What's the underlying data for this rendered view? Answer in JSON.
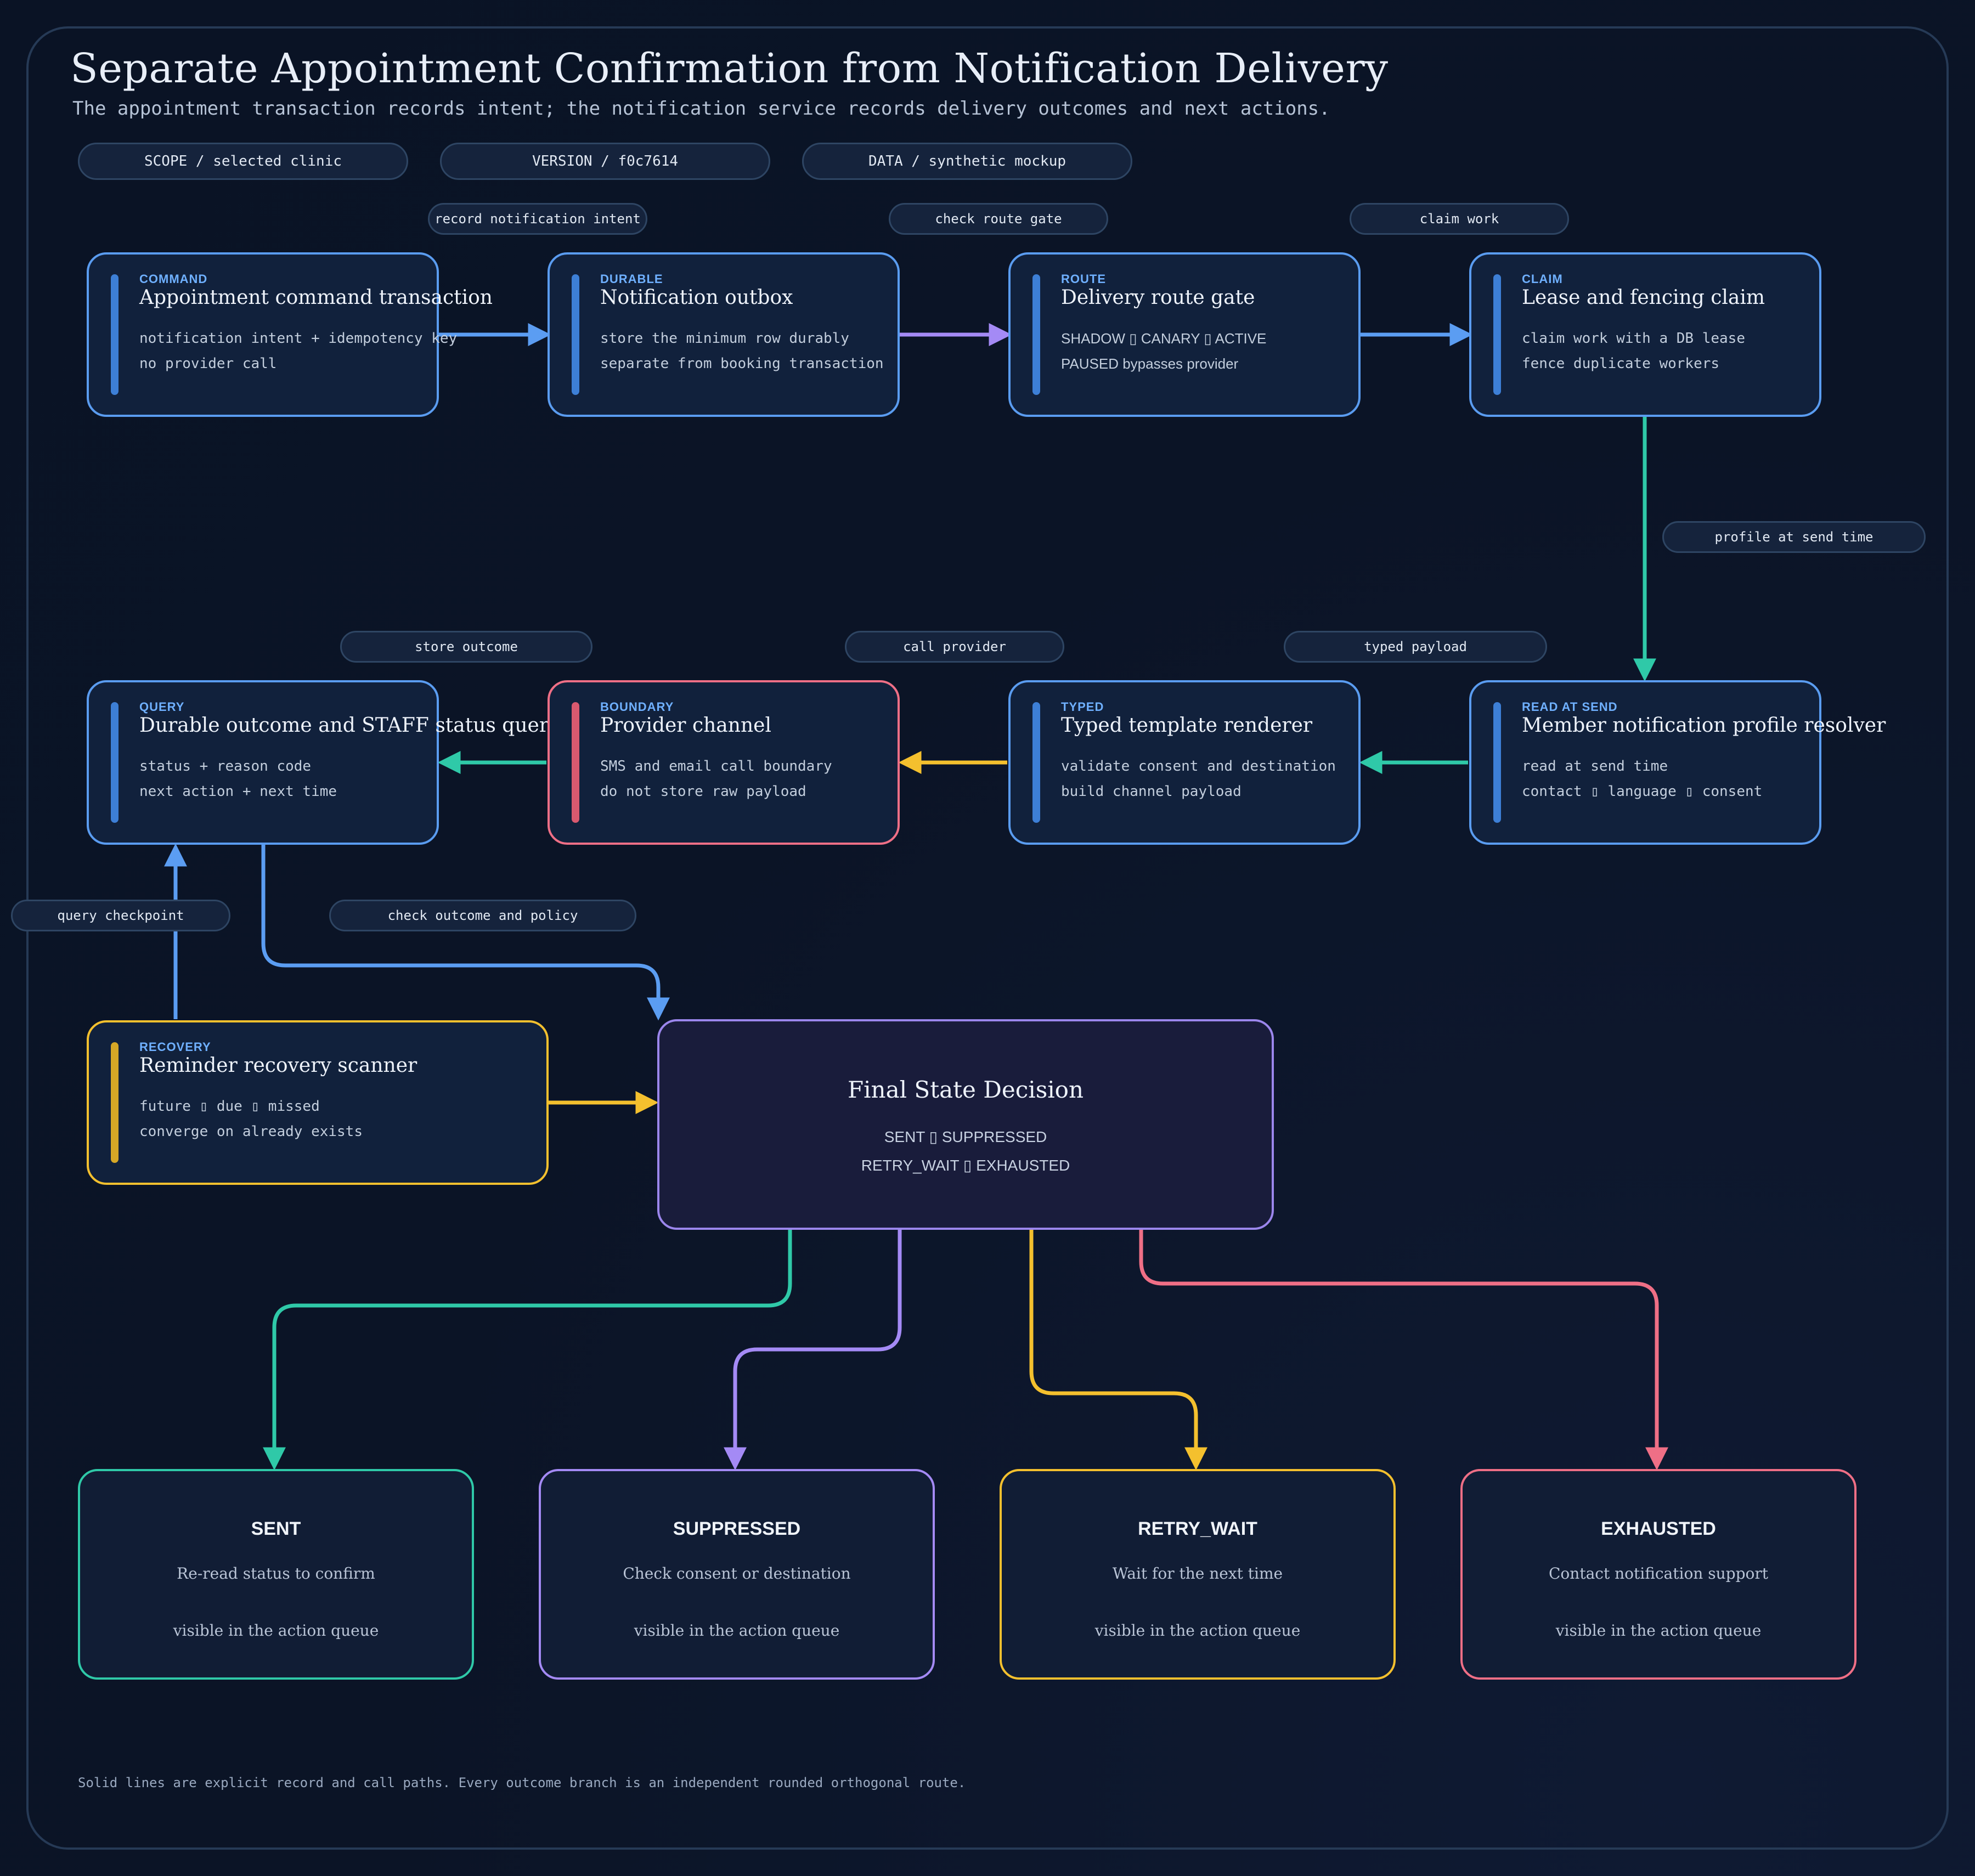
{
  "title": "Separate Appointment Confirmation from Notification Delivery",
  "subtitle": "The appointment transaction records intent; the notification service records delivery outcomes and next actions.",
  "meta_pills": [
    "SCOPE / selected clinic",
    "VERSION / f0c7614",
    "DATA / synthetic mockup"
  ],
  "edge_labels": {
    "record_intent": "record notification intent",
    "check_gate": "check route gate",
    "claim_work": "claim work",
    "profile_at_send": "profile at send time",
    "store_outcome": "store outcome",
    "call_provider": "call provider",
    "typed_payload": "typed payload",
    "query_checkpoint": "query checkpoint",
    "check_outcome_policy": "check outcome and policy"
  },
  "nodes": {
    "command": {
      "kicker": "COMMAND",
      "title": "Appointment command transaction",
      "lines": [
        "notification intent + idempotency key",
        "no provider call"
      ]
    },
    "outbox": {
      "kicker": "DURABLE",
      "title": "Notification outbox",
      "lines": [
        "store the minimum row durably",
        "separate from booking transaction"
      ]
    },
    "route": {
      "kicker": "ROUTE",
      "title": "Delivery route gate",
      "lines": [
        "SHADOW ▯ CANARY ▯ ACTIVE",
        "PAUSED bypasses provider"
      ]
    },
    "claim": {
      "kicker": "CLAIM",
      "title": "Lease and fencing claim",
      "lines": [
        "claim work with a DB lease",
        "fence duplicate workers"
      ]
    },
    "query": {
      "kicker": "QUERY",
      "title": "Durable outcome and STAFF status query",
      "lines": [
        "status + reason code",
        "next action + next time"
      ]
    },
    "provider": {
      "kicker": "BOUNDARY",
      "title": "Provider channel",
      "lines": [
        "SMS and email call boundary",
        "do not store raw payload"
      ]
    },
    "renderer": {
      "kicker": "TYPED",
      "title": "Typed template renderer",
      "lines": [
        "validate consent and destination",
        "build channel payload"
      ]
    },
    "resolver": {
      "kicker": "READ AT SEND",
      "title": "Member notification profile resolver",
      "lines": [
        "read at send time",
        "contact ▯ language ▯ consent"
      ]
    },
    "recovery": {
      "kicker": "RECOVERY",
      "title": "Reminder recovery scanner",
      "lines": [
        "future ▯ due ▯ missed",
        "converge on already exists"
      ]
    }
  },
  "decision": {
    "title": "Final State Decision",
    "line1": "SENT ▯ SUPPRESSED",
    "line2": "RETRY_WAIT ▯ EXHAUSTED"
  },
  "outcomes": [
    {
      "title": "SENT",
      "desc": "Re-read status to confirm",
      "note": "visible in the action queue",
      "color": "#2fc9a8"
    },
    {
      "title": "SUPPRESSED",
      "desc": "Check consent or destination",
      "note": "visible in the action queue",
      "color": "#a48af5"
    },
    {
      "title": "RETRY_WAIT",
      "desc": "Wait for the next time",
      "note": "visible in the action queue",
      "color": "#f4c02e"
    },
    {
      "title": "EXHAUSTED",
      "desc": "Contact notification support",
      "note": "visible in the action queue",
      "color": "#ef6f86"
    }
  ],
  "footnote": "Solid lines are explicit record and call paths. Every outcome branch is an independent rounded orthogonal route.",
  "colors": {
    "background": "#0b1426",
    "node_border": "#5a9cf0",
    "boundary": "#ef6f86",
    "recovery": "#f4c02e",
    "decision": "#9b86ec",
    "teal": "#2fc9a8",
    "blue": "#5b9df2",
    "purple": "#a48af5",
    "yellow": "#f4c02e",
    "red": "#ef6f86"
  }
}
